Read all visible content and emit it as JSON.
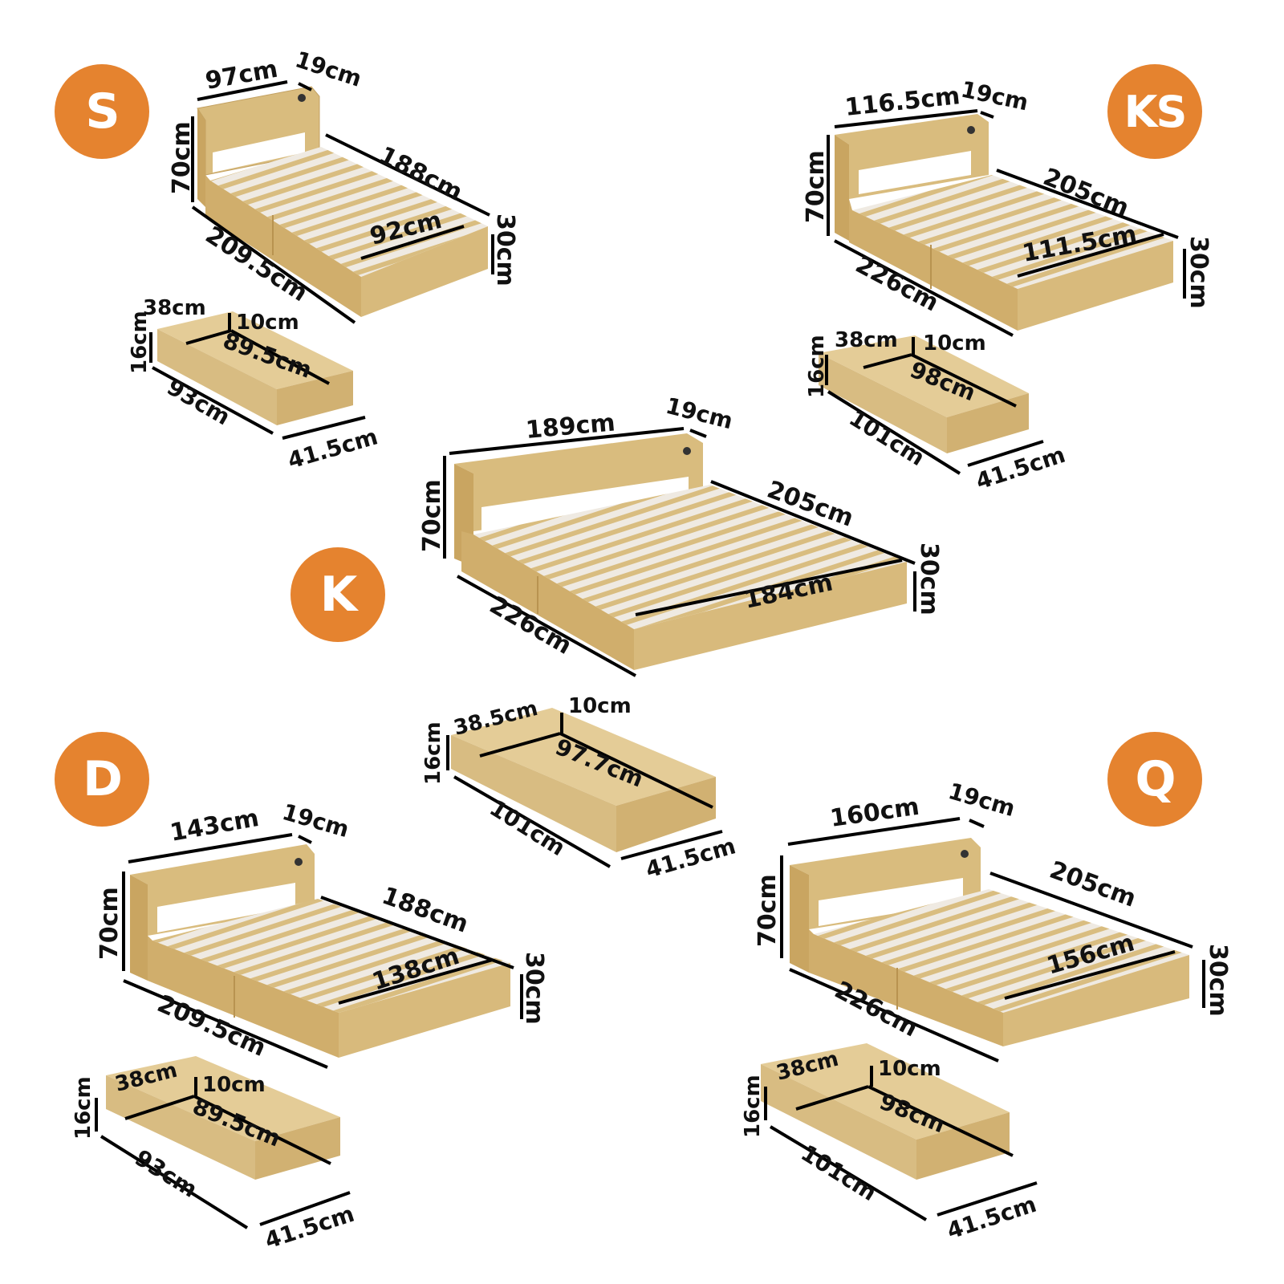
{
  "colors": {
    "badge": "#E5832F",
    "wood_top": "#E3C98F",
    "wood_side": "#D4B373",
    "wood_front": "#C9A561",
    "slat": "#EFEAE2",
    "line": "#000000"
  },
  "sizes": [
    {
      "code": "S",
      "bed": {
        "headboard_width": "97cm",
        "headboard_depth": "19cm",
        "height": "70cm",
        "length": "188cm",
        "overall_length": "209.5cm",
        "inner_width": "92cm",
        "side_height": "30cm"
      },
      "drawer": {
        "height": "16cm",
        "inner_width": "38cm",
        "wall": "10cm",
        "inner_length": "89.5cm",
        "length": "93cm",
        "width": "41.5cm"
      }
    },
    {
      "code": "KS",
      "bed": {
        "headboard_width": "116.5cm",
        "headboard_depth": "19cm",
        "height": "70cm",
        "length": "205cm",
        "overall_length": "226cm",
        "inner_width": "111.5cm",
        "side_height": "30cm"
      },
      "drawer": {
        "height": "16cm",
        "inner_width": "38cm",
        "wall": "10cm",
        "inner_length": "98cm",
        "length": "101cm",
        "width": "41.5cm"
      }
    },
    {
      "code": "K",
      "bed": {
        "headboard_width": "189cm",
        "headboard_depth": "19cm",
        "height": "70cm",
        "length": "205cm",
        "overall_length": "226cm",
        "inner_width": "184cm",
        "side_height": "30cm"
      },
      "drawer": {
        "height": "16cm",
        "inner_width": "38.5cm",
        "wall": "10cm",
        "inner_length": "97.7cm",
        "length": "101cm",
        "width": "41.5cm"
      }
    },
    {
      "code": "D",
      "bed": {
        "headboard_width": "143cm",
        "headboard_depth": "19cm",
        "height": "70cm",
        "length": "188cm",
        "overall_length": "209.5cm",
        "inner_width": "138cm",
        "side_height": "30cm"
      },
      "drawer": {
        "height": "16cm",
        "inner_width": "38cm",
        "wall": "10cm",
        "inner_length": "89.5cm",
        "length": "93cm",
        "width": "41.5cm"
      }
    },
    {
      "code": "Q",
      "bed": {
        "headboard_width": "160cm",
        "headboard_depth": "19cm",
        "height": "70cm",
        "length": "205cm",
        "overall_length": "226cm",
        "inner_width": "156cm",
        "side_height": "30cm"
      },
      "drawer": {
        "height": "16cm",
        "inner_width": "38cm",
        "wall": "10cm",
        "inner_length": "98cm",
        "length": "101cm",
        "width": "41.5cm"
      }
    }
  ]
}
